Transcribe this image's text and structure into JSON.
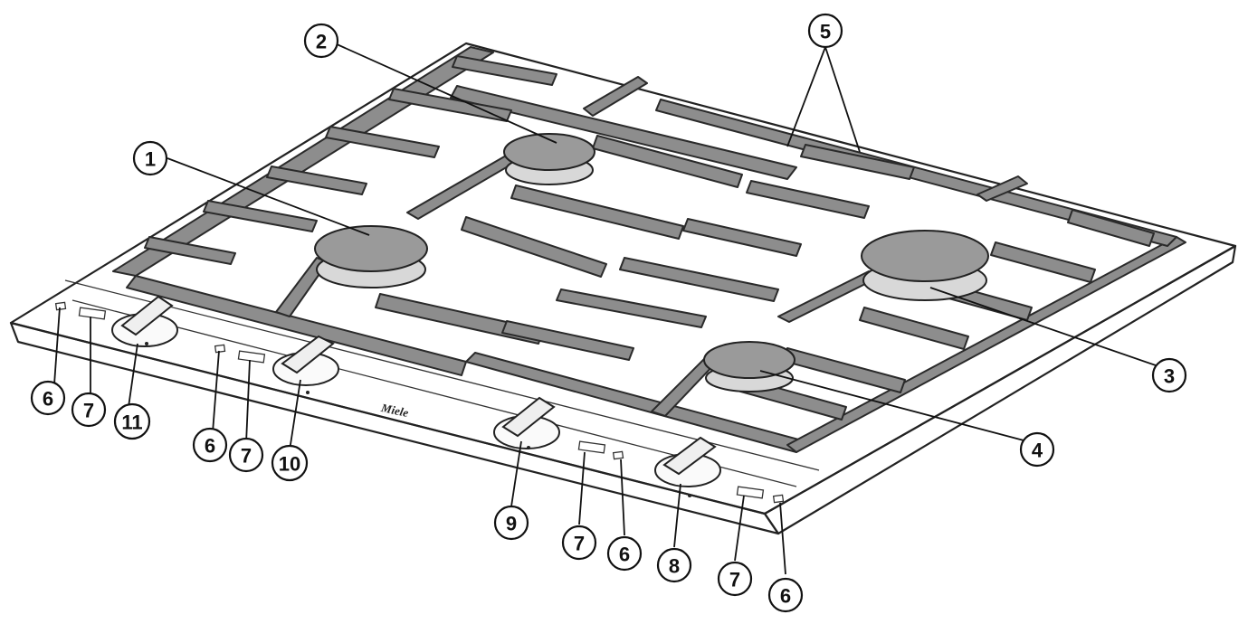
{
  "brand_text": "Miele",
  "callouts": {
    "c1": "1",
    "c2": "2",
    "c3": "3",
    "c4": "4",
    "c5": "5",
    "c6a": "6",
    "c6b": "6",
    "c6c": "6",
    "c6d": "6",
    "c7a": "7",
    "c7b": "7",
    "c7c": "7",
    "c7d": "7",
    "c8": "8",
    "c9": "9",
    "c10": "10",
    "c11": "11"
  }
}
